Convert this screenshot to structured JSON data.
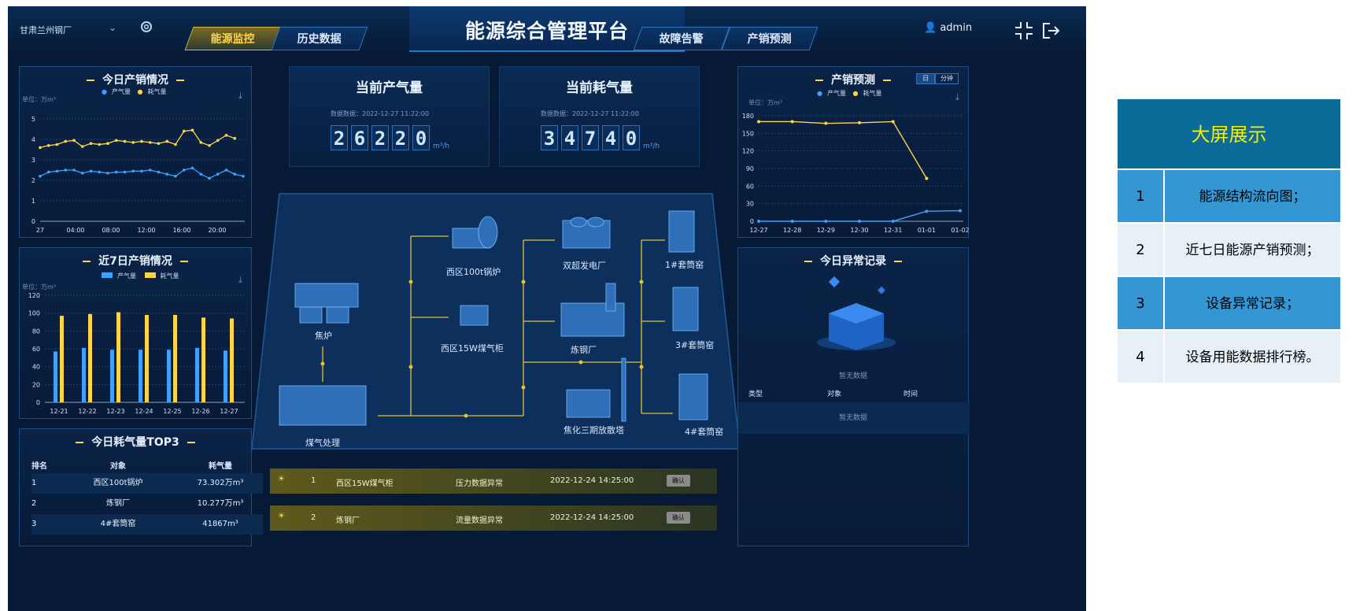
{
  "header": {
    "plant": "甘肃兰州钢厂",
    "title": "能源综合管理平台",
    "tabs": [
      "能源监控",
      "历史数据",
      "故障告警",
      "产销预测"
    ],
    "user": "admin"
  },
  "today": {
    "title": "今日产销情况",
    "unit": "单位：万m³",
    "legend": [
      "产气量",
      "耗气量"
    ],
    "yticks": [
      "0",
      "1",
      "2",
      "3",
      "4",
      "5"
    ],
    "xticks": [
      "27",
      "04:00",
      "08:00",
      "12:00",
      "16:00",
      "20:00"
    ]
  },
  "week": {
    "title": "近7日产销情况",
    "unit": "单位：万m³",
    "legend": [
      "产气量",
      "耗气量"
    ],
    "yticks": [
      "0",
      "20",
      "40",
      "60",
      "80",
      "100",
      "120"
    ]
  },
  "top3": {
    "title": "今日耗气量TOP3",
    "headers": [
      "排名",
      "对象",
      "耗气量"
    ],
    "rows": [
      [
        "1",
        "西区100t锅炉",
        "73.302万m³"
      ],
      [
        "2",
        "炼钢厂",
        "10.277万m³"
      ],
      [
        "3",
        "4#套筒窑",
        "41867m³"
      ]
    ]
  },
  "produce": {
    "title": "当前产气量",
    "ts": "数据数据：2022-12-27 11:22:00",
    "digits": [
      "2",
      "6",
      "2",
      "2",
      "0"
    ],
    "unit": "m³/h"
  },
  "consume": {
    "title": "当前耗气量",
    "ts": "数据数据：2022-12-27 11:22:00",
    "digits": [
      "3",
      "4",
      "7",
      "4",
      "0"
    ],
    "unit": "m³/h"
  },
  "nodes": [
    "焦炉",
    "煤气处理",
    "西区100t锅炉",
    "西区15W煤气柜",
    "双超发电厂",
    "炼钢厂",
    "焦化三期放散塔",
    "1#套筒窑",
    "3#套筒窑",
    "4#套筒窑"
  ],
  "alerts": [
    {
      "n": "1",
      "device": "西区15W煤气柜",
      "type": "压力数据异常",
      "time": "2022-12-24 14:25:00",
      "btn": "确认"
    },
    {
      "n": "2",
      "device": "炼钢厂",
      "type": "流量数据异常",
      "time": "2022-12-24 14:25:00",
      "btn": "确认"
    }
  ],
  "forecast": {
    "title": "产销预测",
    "btns": [
      "日",
      "分钟"
    ],
    "unit": "单位：万m³",
    "legend": [
      "产气量",
      "耗气量"
    ],
    "yticks": [
      "0",
      "30",
      "60",
      "90",
      "120",
      "150",
      "180"
    ]
  },
  "anomaly": {
    "title": "今日异常记录",
    "empty1": "暂无数据",
    "headers": [
      "类型",
      "对象",
      "时间"
    ],
    "empty2": "暂无数据"
  },
  "side": {
    "title": "大屏展示",
    "items": [
      [
        "1",
        "能源结构流向图；"
      ],
      [
        "2",
        "近七日能源产销预测；"
      ],
      [
        "3",
        "设备异常记录；"
      ],
      [
        "4",
        "设备用能数据排行榜。"
      ]
    ]
  },
  "colors": {
    "produce": "#3ea1ff",
    "consume": "#ffd447",
    "bg": "#061a36"
  },
  "chart_data": [
    {
      "type": "line",
      "title": "今日产销情况",
      "x": [
        "27",
        "",
        "",
        "",
        "",
        "04:00",
        "",
        "",
        "",
        "",
        "08:00",
        "",
        "",
        "",
        "",
        "12:00",
        "",
        "",
        "",
        "",
        "16:00",
        "",
        "",
        "",
        "",
        "20:00",
        "",
        ""
      ],
      "series": [
        {
          "name": "产气量",
          "values": [
            2.2,
            2.4,
            2.45,
            2.5,
            2.5,
            2.35,
            2.45,
            2.4,
            2.35,
            2.4,
            2.4,
            2.45,
            2.45,
            2.5,
            2.4,
            2.3,
            2.2,
            2.5,
            2.6,
            2.3,
            2.1,
            2.3,
            2.5,
            2.3,
            2.2
          ]
        },
        {
          "name": "耗气量",
          "values": [
            3.6,
            3.7,
            3.75,
            3.9,
            3.95,
            3.65,
            3.8,
            3.75,
            3.8,
            3.95,
            3.9,
            3.85,
            3.9,
            3.85,
            3.8,
            3.9,
            3.75,
            4.4,
            4.45,
            3.85,
            3.7,
            3.95,
            4.2,
            4.05
          ]
        }
      ],
      "ylim": [
        0,
        5
      ]
    },
    {
      "type": "bar",
      "title": "近7日产销情况",
      "categories": [
        "12-21",
        "12-22",
        "12-23",
        "12-24",
        "12-25",
        "12-26",
        "12-27"
      ],
      "series": [
        {
          "name": "产气量",
          "values": [
            57,
            61,
            59,
            59,
            59,
            61,
            58
          ]
        },
        {
          "name": "耗气量",
          "values": [
            97,
            99,
            101,
            98,
            98,
            95,
            94
          ]
        }
      ],
      "ylim": [
        0,
        120
      ]
    },
    {
      "type": "line",
      "title": "产销预测",
      "categories": [
        "12-27",
        "12-28",
        "12-29",
        "12-30",
        "12-31",
        "01-01",
        "01-02"
      ],
      "series": [
        {
          "name": "产气量",
          "values": [
            0,
            0,
            0,
            0,
            0,
            17,
            18
          ]
        },
        {
          "name": "耗气量",
          "values": [
            170,
            170,
            167,
            168,
            170,
            73
          ]
        }
      ],
      "ylim": [
        0,
        180
      ]
    }
  ]
}
